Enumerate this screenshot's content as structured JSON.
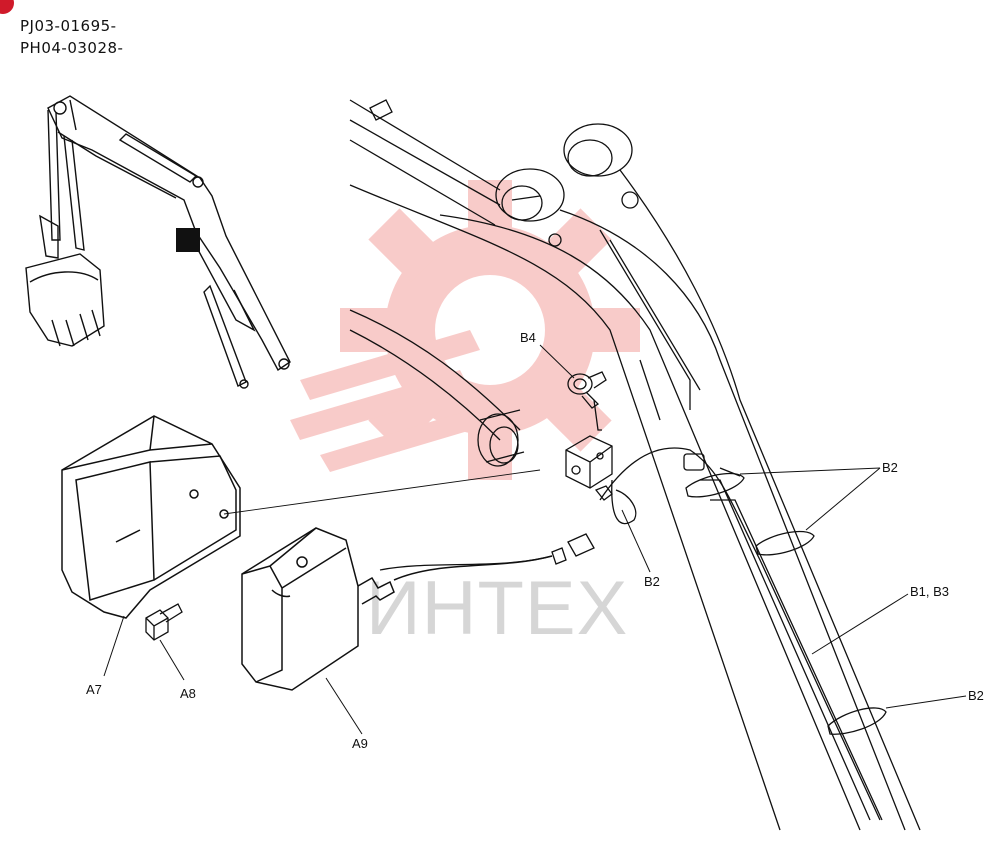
{
  "header": {
    "serial_1": "PJ03-01695-",
    "serial_2": "PH04-03028-"
  },
  "watermark": {
    "text": "ИНТЕХ",
    "color": "#e8483f"
  },
  "callouts": {
    "b4": "B4",
    "b2_top": "B2",
    "b2_mid": "B2",
    "b1b3": "B1, B3",
    "b2_low": "B2",
    "a7": "A7",
    "a8": "A8",
    "a9": "A9"
  },
  "colors": {
    "badge": "#d01a2a",
    "line": "#111111"
  }
}
